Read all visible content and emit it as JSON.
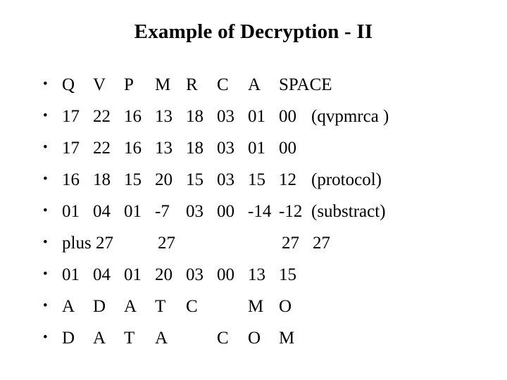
{
  "slide": {
    "title": "Example of Decryption - II",
    "background_color": "#ffffff",
    "text_color": "#000000",
    "bullet_glyph": "•"
  },
  "rows": [
    {
      "id": "plaintext-letters",
      "lead": "",
      "cells": [
        "Q",
        "V",
        "P",
        "M",
        "R",
        "C",
        "A",
        "SPACE"
      ],
      "tail": ""
    },
    {
      "id": "cipher-values-1",
      "lead": "",
      "cells": [
        "17",
        "22",
        "16",
        "13",
        "18",
        "03",
        "01",
        "00"
      ],
      "tail": "(qvpmrca )"
    },
    {
      "id": "cipher-values-2",
      "lead": "",
      "cells": [
        "17",
        "22",
        "16",
        "13",
        "18",
        "03",
        "01",
        "00"
      ],
      "tail": ""
    },
    {
      "id": "key-values",
      "lead": "",
      "cells": [
        "16",
        "18",
        "15",
        "20",
        "15",
        "03",
        "15",
        "12"
      ],
      "tail": "(protocol)"
    },
    {
      "id": "subtraction-result",
      "lead": "",
      "cells": [
        "01",
        "04",
        "01",
        "-7",
        "03",
        "00",
        "-14",
        "-12"
      ],
      "tail": "(substract)"
    },
    {
      "id": "plus-27-row",
      "lead": "plus ",
      "cells": [
        "27",
        "",
        "27",
        "",
        "",
        "",
        "27",
        "27"
      ],
      "tail": ""
    },
    {
      "id": "normalized-values",
      "lead": "",
      "cells": [
        "01",
        "04",
        "01",
        "20",
        "03",
        "00",
        "13",
        "15"
      ],
      "tail": ""
    },
    {
      "id": "decoded-letters-1",
      "lead": "",
      "cells": [
        "A",
        "D",
        "A",
        "T",
        "C",
        "",
        "M",
        "O"
      ],
      "tail": ""
    },
    {
      "id": "decoded-letters-2",
      "lead": "",
      "cells": [
        "D",
        "A",
        "T",
        "A",
        "",
        "C",
        "O",
        "M"
      ],
      "tail": ""
    }
  ]
}
